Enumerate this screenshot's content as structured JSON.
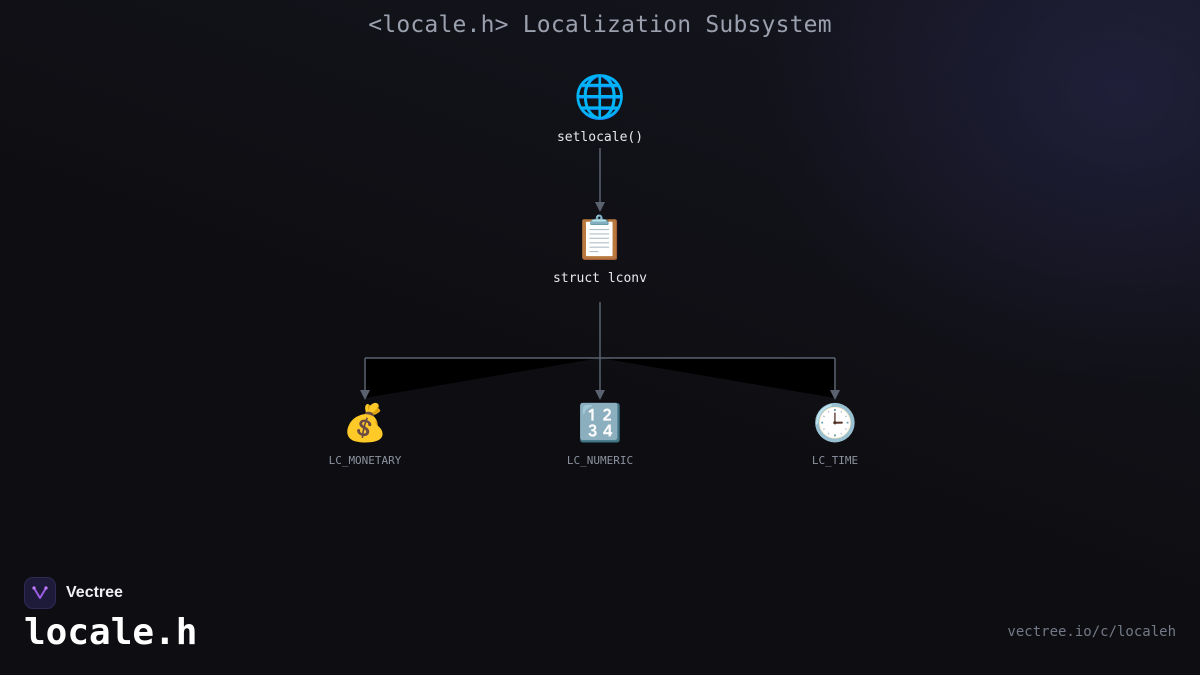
{
  "title": "<locale.h> Localization Subsystem",
  "nodes": {
    "root": {
      "label": "setlocale()",
      "emoji": "🌐",
      "icon": "globe-icon"
    },
    "lconv": {
      "label": "struct lconv",
      "emoji": "📋",
      "icon": "clipboard-icon"
    },
    "monetary": {
      "label": "LC_MONETARY",
      "emoji": "💰",
      "icon": "money-bag-icon"
    },
    "numeric": {
      "label": "LC_NUMERIC",
      "emoji": "🔢",
      "icon": "numbers-icon"
    },
    "time": {
      "label": "LC_TIME",
      "emoji": "🕒",
      "icon": "clock-icon"
    }
  },
  "edges": [
    {
      "from": "setlocale()",
      "to": "struct lconv"
    },
    {
      "from": "struct lconv",
      "to": "LC_MONETARY"
    },
    {
      "from": "struct lconv",
      "to": "LC_NUMERIC"
    },
    {
      "from": "struct lconv",
      "to": "LC_TIME"
    }
  ],
  "footer": {
    "brand": "Vectree",
    "page_title": "locale.h",
    "url": "vectree.io/c/localeh"
  },
  "colors": {
    "background": "#0e0e12",
    "connector": "#5a6270",
    "title": "#9aa0ad",
    "primary_label": "#e6e8ec",
    "child_label": "#8c93a0"
  }
}
